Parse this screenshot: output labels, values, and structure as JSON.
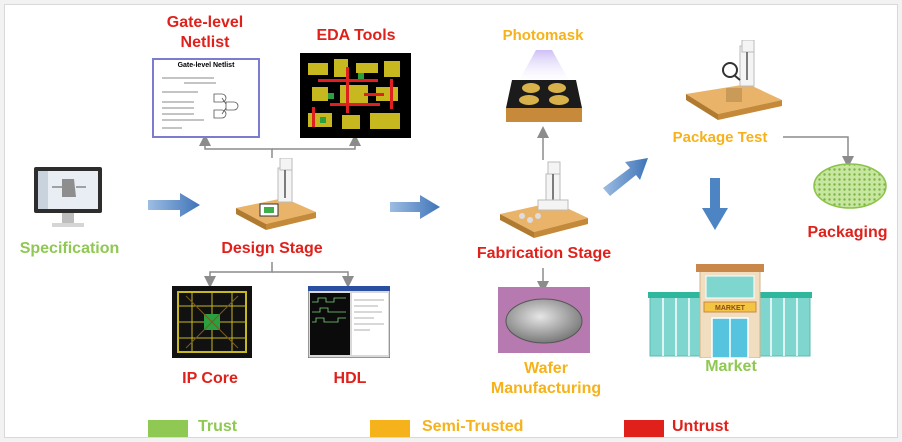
{
  "labels": {
    "gate_level_netlist_line1": "Gate-level",
    "gate_level_netlist_line2": "Netlist",
    "eda_tools": "EDA Tools",
    "photomask": "Photomask",
    "package_test": "Package Test",
    "specification": "Specification",
    "design_stage": "Design Stage",
    "fabrication_stage": "Fabrication Stage",
    "packaging": "Packaging",
    "ip_core": "IP Core",
    "hdl": "HDL",
    "wafer_line1": "Wafer",
    "wafer_line2": "Manufacturing",
    "market": "Market"
  },
  "netlist_doc": {
    "title": "Gate-level Netlist"
  },
  "market_sign": "MARKET",
  "legend": [
    {
      "label": "Trust",
      "color": "#8fc852"
    },
    {
      "label": "Semi-Trusted",
      "color": "#f6b21a"
    },
    {
      "label": "Untrust",
      "color": "#e0211b"
    }
  ],
  "colors": {
    "untrusted_text": "#e0211b",
    "trusted_text": "#8fc852",
    "semi_trusted_text": "#f6b21a",
    "flow_arrow": "#5b8fc9",
    "connector": "#8c8c8c"
  }
}
